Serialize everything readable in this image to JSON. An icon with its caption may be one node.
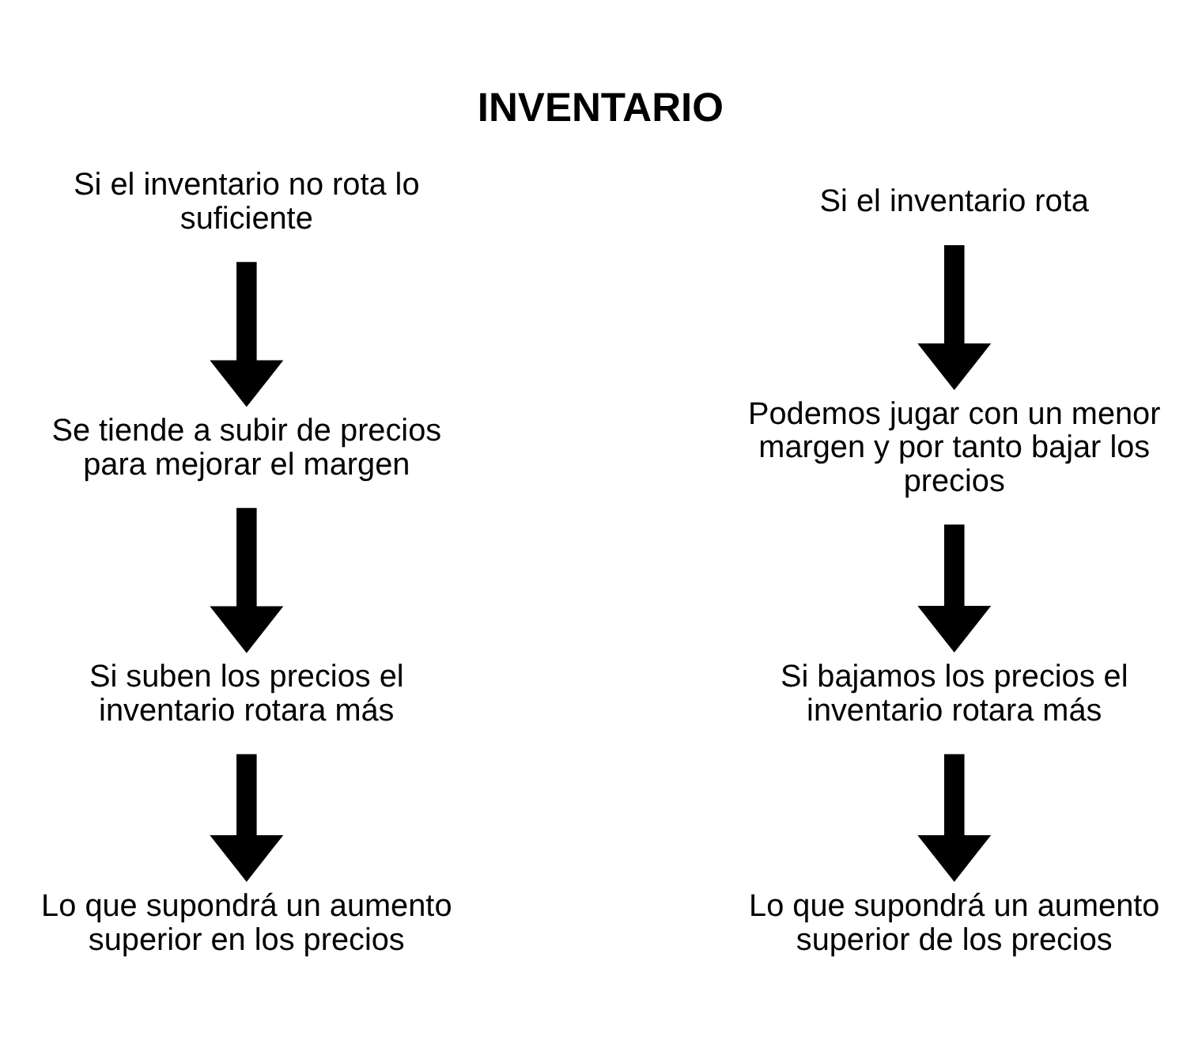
{
  "diagram": {
    "title": "INVENTARIO",
    "nodes": [
      {
        "text": [
          "Si el inventario no rota lo suficiente"
        ]
      },
      {
        "text": [
          "Se tiende a subir de precios para mejorar el margen"
        ]
      },
      {
        "text": [
          "Si suben los precios el inventario rotara más"
        ]
      },
      {
        "text": [
          "Lo que supondrá un aumento superior en los precios"
        ]
      },
      {
        "text": [
          "Si el inventario rota"
        ]
      },
      {
        "text": [
          "Podemos jugar con un menor margen y por tanto bajar los precios"
        ]
      },
      {
        "text": [
          "Si bajamos los precios el inventario rotara más"
        ]
      },
      {
        "text": [
          "Lo que supondrá un aumento superior de los precios"
        ]
      }
    ],
    "edges": [
      {
        "from": 0,
        "to": 1,
        "arrow": "to"
      },
      {
        "from": 1,
        "to": 2,
        "arrow": "to"
      },
      {
        "from": 2,
        "to": 3,
        "arrow": "to"
      },
      {
        "from": 4,
        "to": 5,
        "arrow": "to"
      },
      {
        "from": 5,
        "to": 6,
        "arrow": "to"
      },
      {
        "from": 6,
        "to": 7,
        "arrow": "to"
      }
    ]
  }
}
